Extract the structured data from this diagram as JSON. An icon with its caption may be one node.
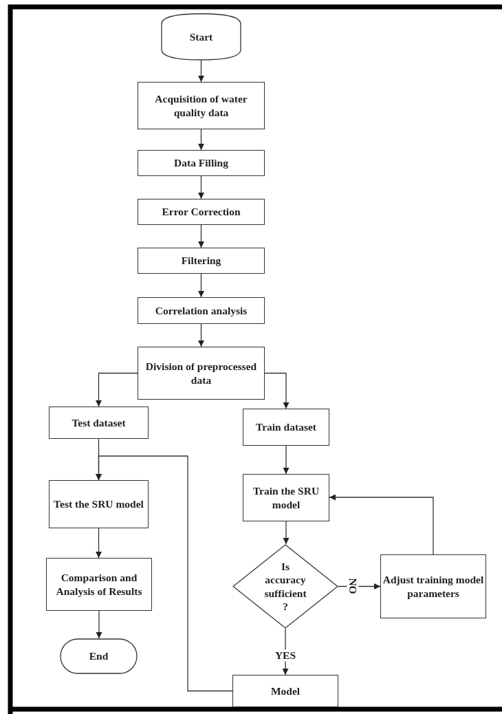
{
  "diagram": {
    "nodes": [
      {
        "text": [
          "Start"
        ]
      },
      {
        "text": [
          "Acquisition of water quality data"
        ]
      },
      {
        "text": [
          "Data Filling"
        ]
      },
      {
        "text": [
          "Error Correction"
        ]
      },
      {
        "text": [
          "Filtering"
        ]
      },
      {
        "text": [
          "Correlation analysis"
        ]
      },
      {
        "text": [
          "Division of preprocessed data"
        ]
      },
      {
        "text": [
          "Test dataset"
        ]
      },
      {
        "text": [
          "Train dataset"
        ]
      },
      {
        "text": [
          "Test the SRU model"
        ]
      },
      {
        "text": [
          "Train the SRU model"
        ]
      },
      {
        "text": [
          "Comparison and Analysis of Results"
        ]
      },
      {
        "text": [
          "Is accuracy sufficient ?"
        ]
      },
      {
        "text": [
          "Adjust training model parameters"
        ]
      },
      {
        "text": [
          "End"
        ]
      },
      {
        "text": [
          "Model"
        ]
      }
    ],
    "edges": [
      {
        "from": 0,
        "to": 1,
        "arrow": "to"
      },
      {
        "from": 1,
        "to": 2,
        "arrow": "to"
      },
      {
        "from": 2,
        "to": 3,
        "arrow": "to"
      },
      {
        "from": 3,
        "to": 4,
        "arrow": "to"
      },
      {
        "from": 4,
        "to": 5,
        "arrow": "to"
      },
      {
        "from": 5,
        "to": 6,
        "arrow": "to"
      },
      {
        "from": 6,
        "to": 7,
        "arrow": "to"
      },
      {
        "from": 6,
        "to": 8,
        "arrow": "to"
      },
      {
        "from": 7,
        "to": 9,
        "arrow": "to"
      },
      {
        "from": 8,
        "to": 10,
        "arrow": "to"
      },
      {
        "from": 10,
        "to": 12,
        "arrow": "to"
      },
      {
        "from": 12,
        "to": 13,
        "arrow": "to",
        "label": "NO"
      },
      {
        "from": 13,
        "to": 10,
        "arrow": "to"
      },
      {
        "from": 12,
        "to": 15,
        "arrow": "to",
        "label": "YES"
      },
      {
        "from": 15,
        "to": 9,
        "arrow": "to"
      },
      {
        "from": 9,
        "to": 11,
        "arrow": "to"
      },
      {
        "from": 11,
        "to": 14,
        "arrow": "to"
      }
    ]
  }
}
